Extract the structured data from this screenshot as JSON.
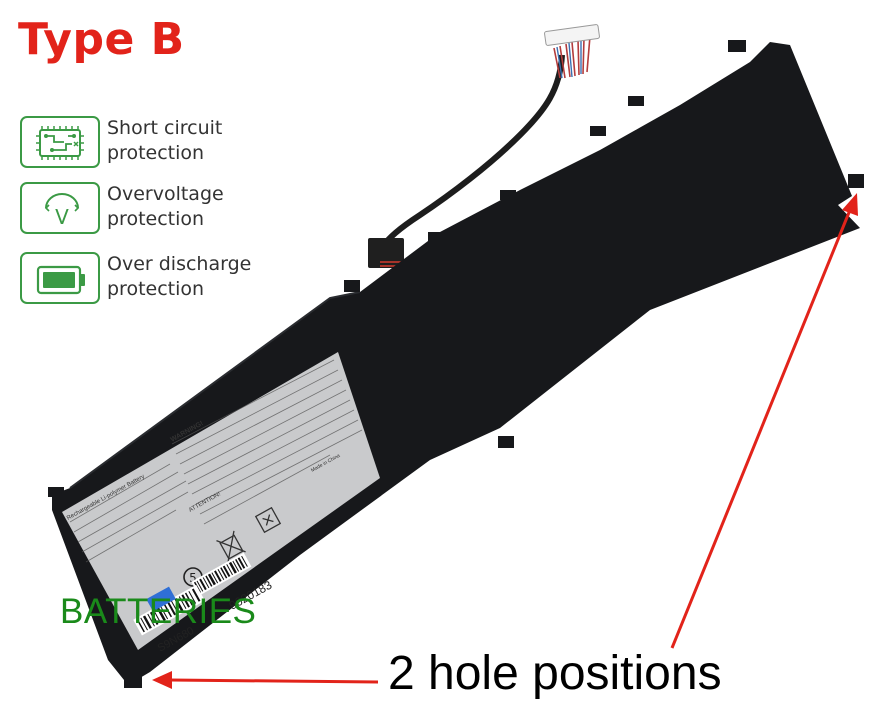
{
  "title": "Type B",
  "features": [
    {
      "icon": "circuit-board-icon",
      "line1": "Short circuit",
      "line2": "protection"
    },
    {
      "icon": "voltage-v-icon",
      "line1": "Overvoltage",
      "line2": "protection"
    },
    {
      "icon": "battery-icon",
      "line1": "Over discharge",
      "line2": "protection"
    }
  ],
  "label": {
    "line1": "Rechargeable Li-polymer Battery",
    "warning_heading": "WARNING!",
    "attention": "ATTENTION!",
    "made_in": "Made in China",
    "barcode_number": "9020183",
    "serial_prefix": "S9N680"
  },
  "watermark": "BATTERIES",
  "caption": "2 hole positions",
  "colors": {
    "title": "#e2231a",
    "accent_green": "#3b9a45",
    "watermark_green": "#1a8a1a",
    "arrow_red": "#e2231a",
    "battery_body": "#17181b",
    "label_silver": "#c9cacc"
  }
}
